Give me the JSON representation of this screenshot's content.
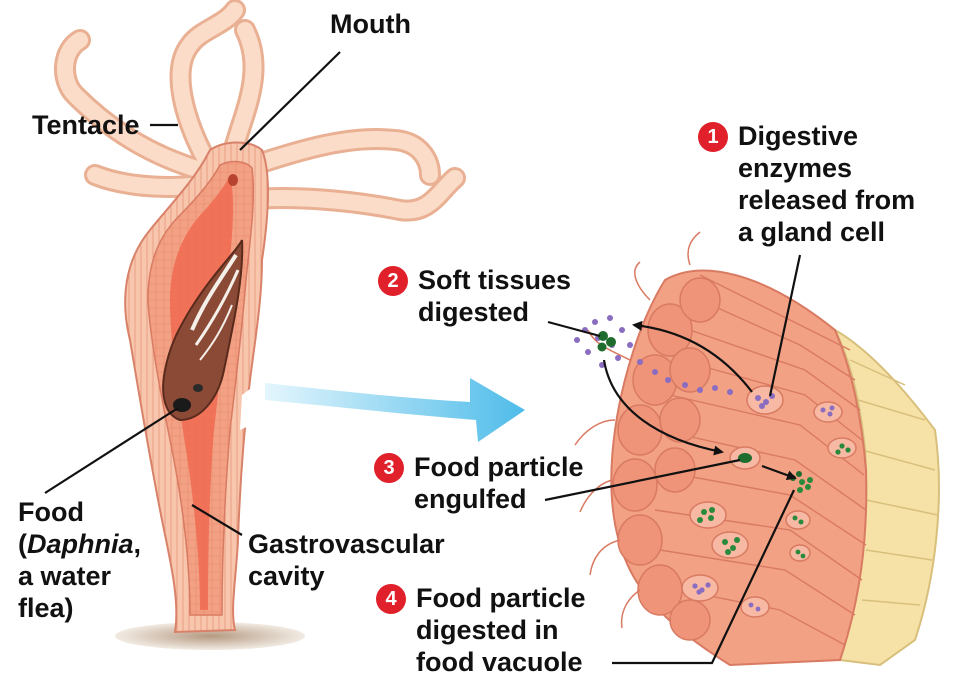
{
  "labels": {
    "mouth": "Mouth",
    "tentacle": "Tentacle",
    "food": [
      "Food",
      "(",
      "Daphnia",
      ",",
      "a water",
      "flea)"
    ],
    "gastrovascular": [
      "Gastrovascular",
      "cavity"
    ]
  },
  "steps": [
    {
      "number": "1",
      "lines": [
        "Digestive",
        "enzymes",
        "released from",
        "a gland cell"
      ]
    },
    {
      "number": "2",
      "lines": [
        "Soft tissues",
        "digested"
      ]
    },
    {
      "number": "3",
      "lines": [
        "Food particle",
        "engulfed"
      ]
    },
    {
      "number": "4",
      "lines": [
        "Food particle",
        "digested in",
        "food vacuole"
      ]
    }
  ],
  "colors": {
    "step_badge": "#e0202a",
    "tissue": "#f2a184",
    "tissue_dark": "#e0715a",
    "cavity": "#f06a50",
    "tentacle": "#f9d4bd",
    "outer_layer": "#f6e2a6",
    "food_particle": "#2a8a3c",
    "enzyme_dots": "#8a6cc0",
    "arrow": "#6cc8ee"
  }
}
